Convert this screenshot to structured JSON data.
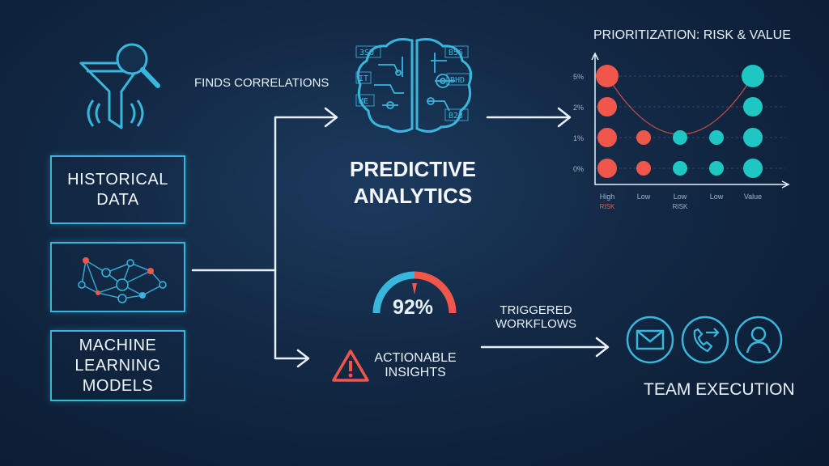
{
  "inputs": {
    "historical_data": "HISTORICAL\nDATA",
    "ml_models": "MACHINE\nLEARNING\nMODELS"
  },
  "labels": {
    "finds_correlations": "FINDS CORRELATIONS",
    "predictive_analytics": "PREDICTIVE\nANALYTICS",
    "actionable_insights": "ACTIONABLE\nINSIGHTS",
    "triggered_workflows": "TRIGGERED\nWORKFLOWS",
    "team_execution": "TEAM EXECUTION"
  },
  "brain_tags": [
    "3SU",
    "IT",
    "ME",
    "B56",
    "BHD",
    "B23"
  ],
  "gauge": {
    "value_text": "92%",
    "value": 0.92
  },
  "colors": {
    "accent": "#38b6dc",
    "risk": "#f0574a",
    "value": "#1fc7c4",
    "line": "#e8f1f8"
  },
  "icons": [
    "funnel-search-icon",
    "network-graph-icon",
    "brain-circuit-icon",
    "warning-icon",
    "mail-icon",
    "phone-transfer-icon",
    "person-icon"
  ],
  "chart_data": {
    "type": "scatter",
    "title": "PRIORITIZATION: RISK & VALUE",
    "y_ticks": [
      "5%",
      "2%",
      "1%",
      "0%"
    ],
    "x_labels": [
      {
        "top": "High",
        "bottom": "RISK"
      },
      {
        "top": "Low",
        "bottom": ""
      },
      {
        "top": "Low",
        "bottom": "RISK"
      },
      {
        "top": "Low",
        "bottom": ""
      },
      {
        "top": "Value",
        "bottom": ""
      }
    ],
    "points": [
      {
        "x": 0,
        "y": 3,
        "kind": "risk",
        "size": 3
      },
      {
        "x": 0,
        "y": 2,
        "kind": "risk",
        "size": 2
      },
      {
        "x": 0,
        "y": 1,
        "kind": "risk",
        "size": 2
      },
      {
        "x": 0,
        "y": 0,
        "kind": "risk",
        "size": 2
      },
      {
        "x": 1,
        "y": 1,
        "kind": "risk",
        "size": 1
      },
      {
        "x": 1,
        "y": 0,
        "kind": "risk",
        "size": 1
      },
      {
        "x": 2,
        "y": 1,
        "kind": "value",
        "size": 1
      },
      {
        "x": 2,
        "y": 0,
        "kind": "value",
        "size": 1
      },
      {
        "x": 3,
        "y": 1,
        "kind": "value",
        "size": 1
      },
      {
        "x": 3,
        "y": 0,
        "kind": "value",
        "size": 1
      },
      {
        "x": 4,
        "y": 3,
        "kind": "value",
        "size": 3
      },
      {
        "x": 4,
        "y": 2,
        "kind": "value",
        "size": 2
      },
      {
        "x": 4,
        "y": 1,
        "kind": "value",
        "size": 2
      },
      {
        "x": 4,
        "y": 0,
        "kind": "value",
        "size": 2
      }
    ],
    "curve": "u-shape from high risk to high value",
    "grid": true
  }
}
